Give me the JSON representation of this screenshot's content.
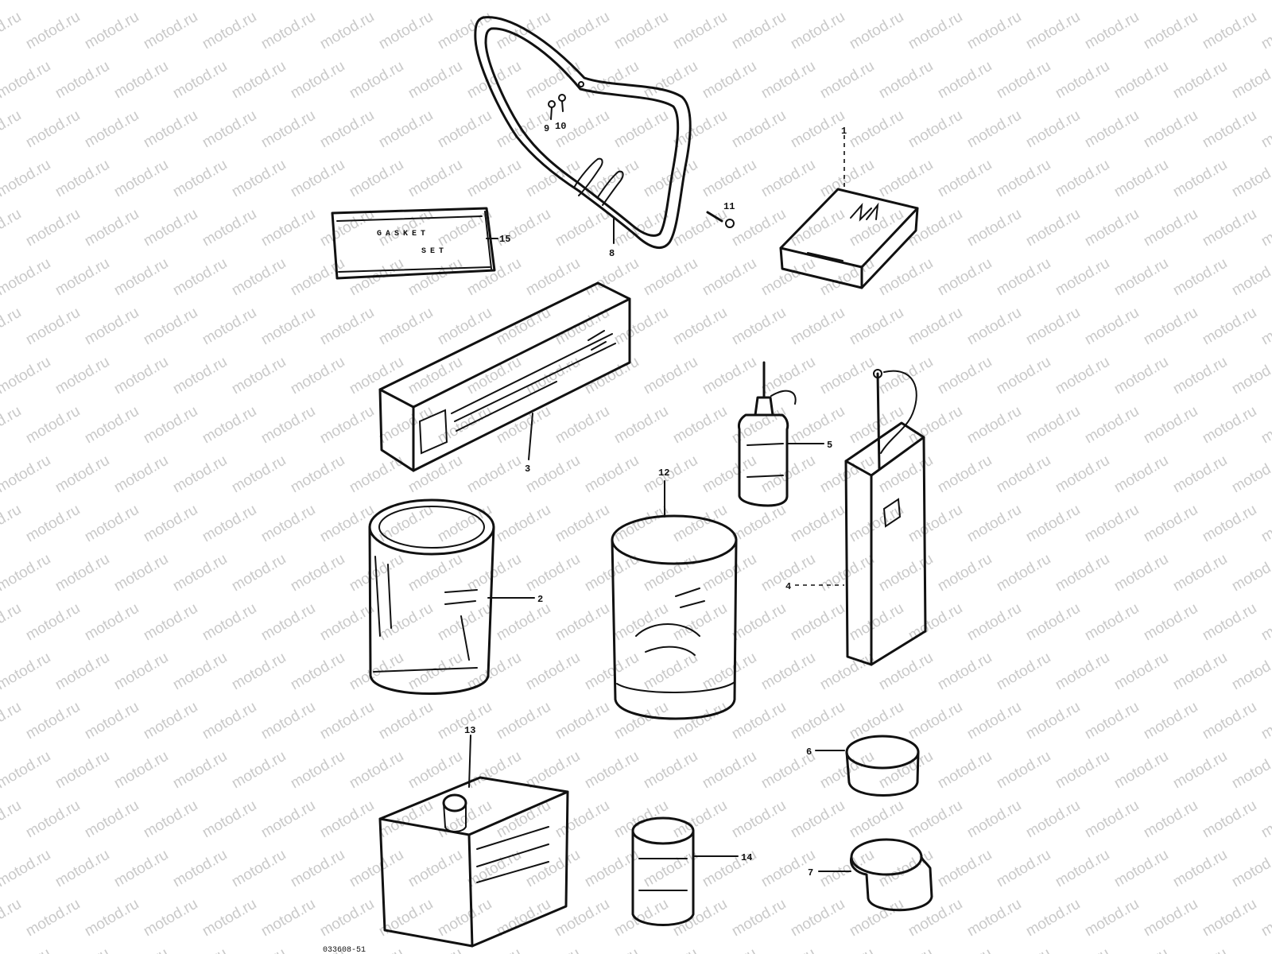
{
  "watermark": {
    "text": "motod.ru"
  },
  "diagram": {
    "labels": {
      "l1": "1",
      "l2": "2",
      "l3": "3",
      "l4": "4",
      "l5": "5",
      "l6": "6",
      "l7": "7",
      "l8": "8",
      "l9": "9",
      "l10": "10",
      "l11": "11",
      "l12": "12",
      "l13": "13",
      "l14": "14",
      "l15": "15"
    },
    "gasket_set_text": {
      "line1": "GASKET",
      "line2": "SET"
    },
    "figure_code": "033608-51"
  }
}
